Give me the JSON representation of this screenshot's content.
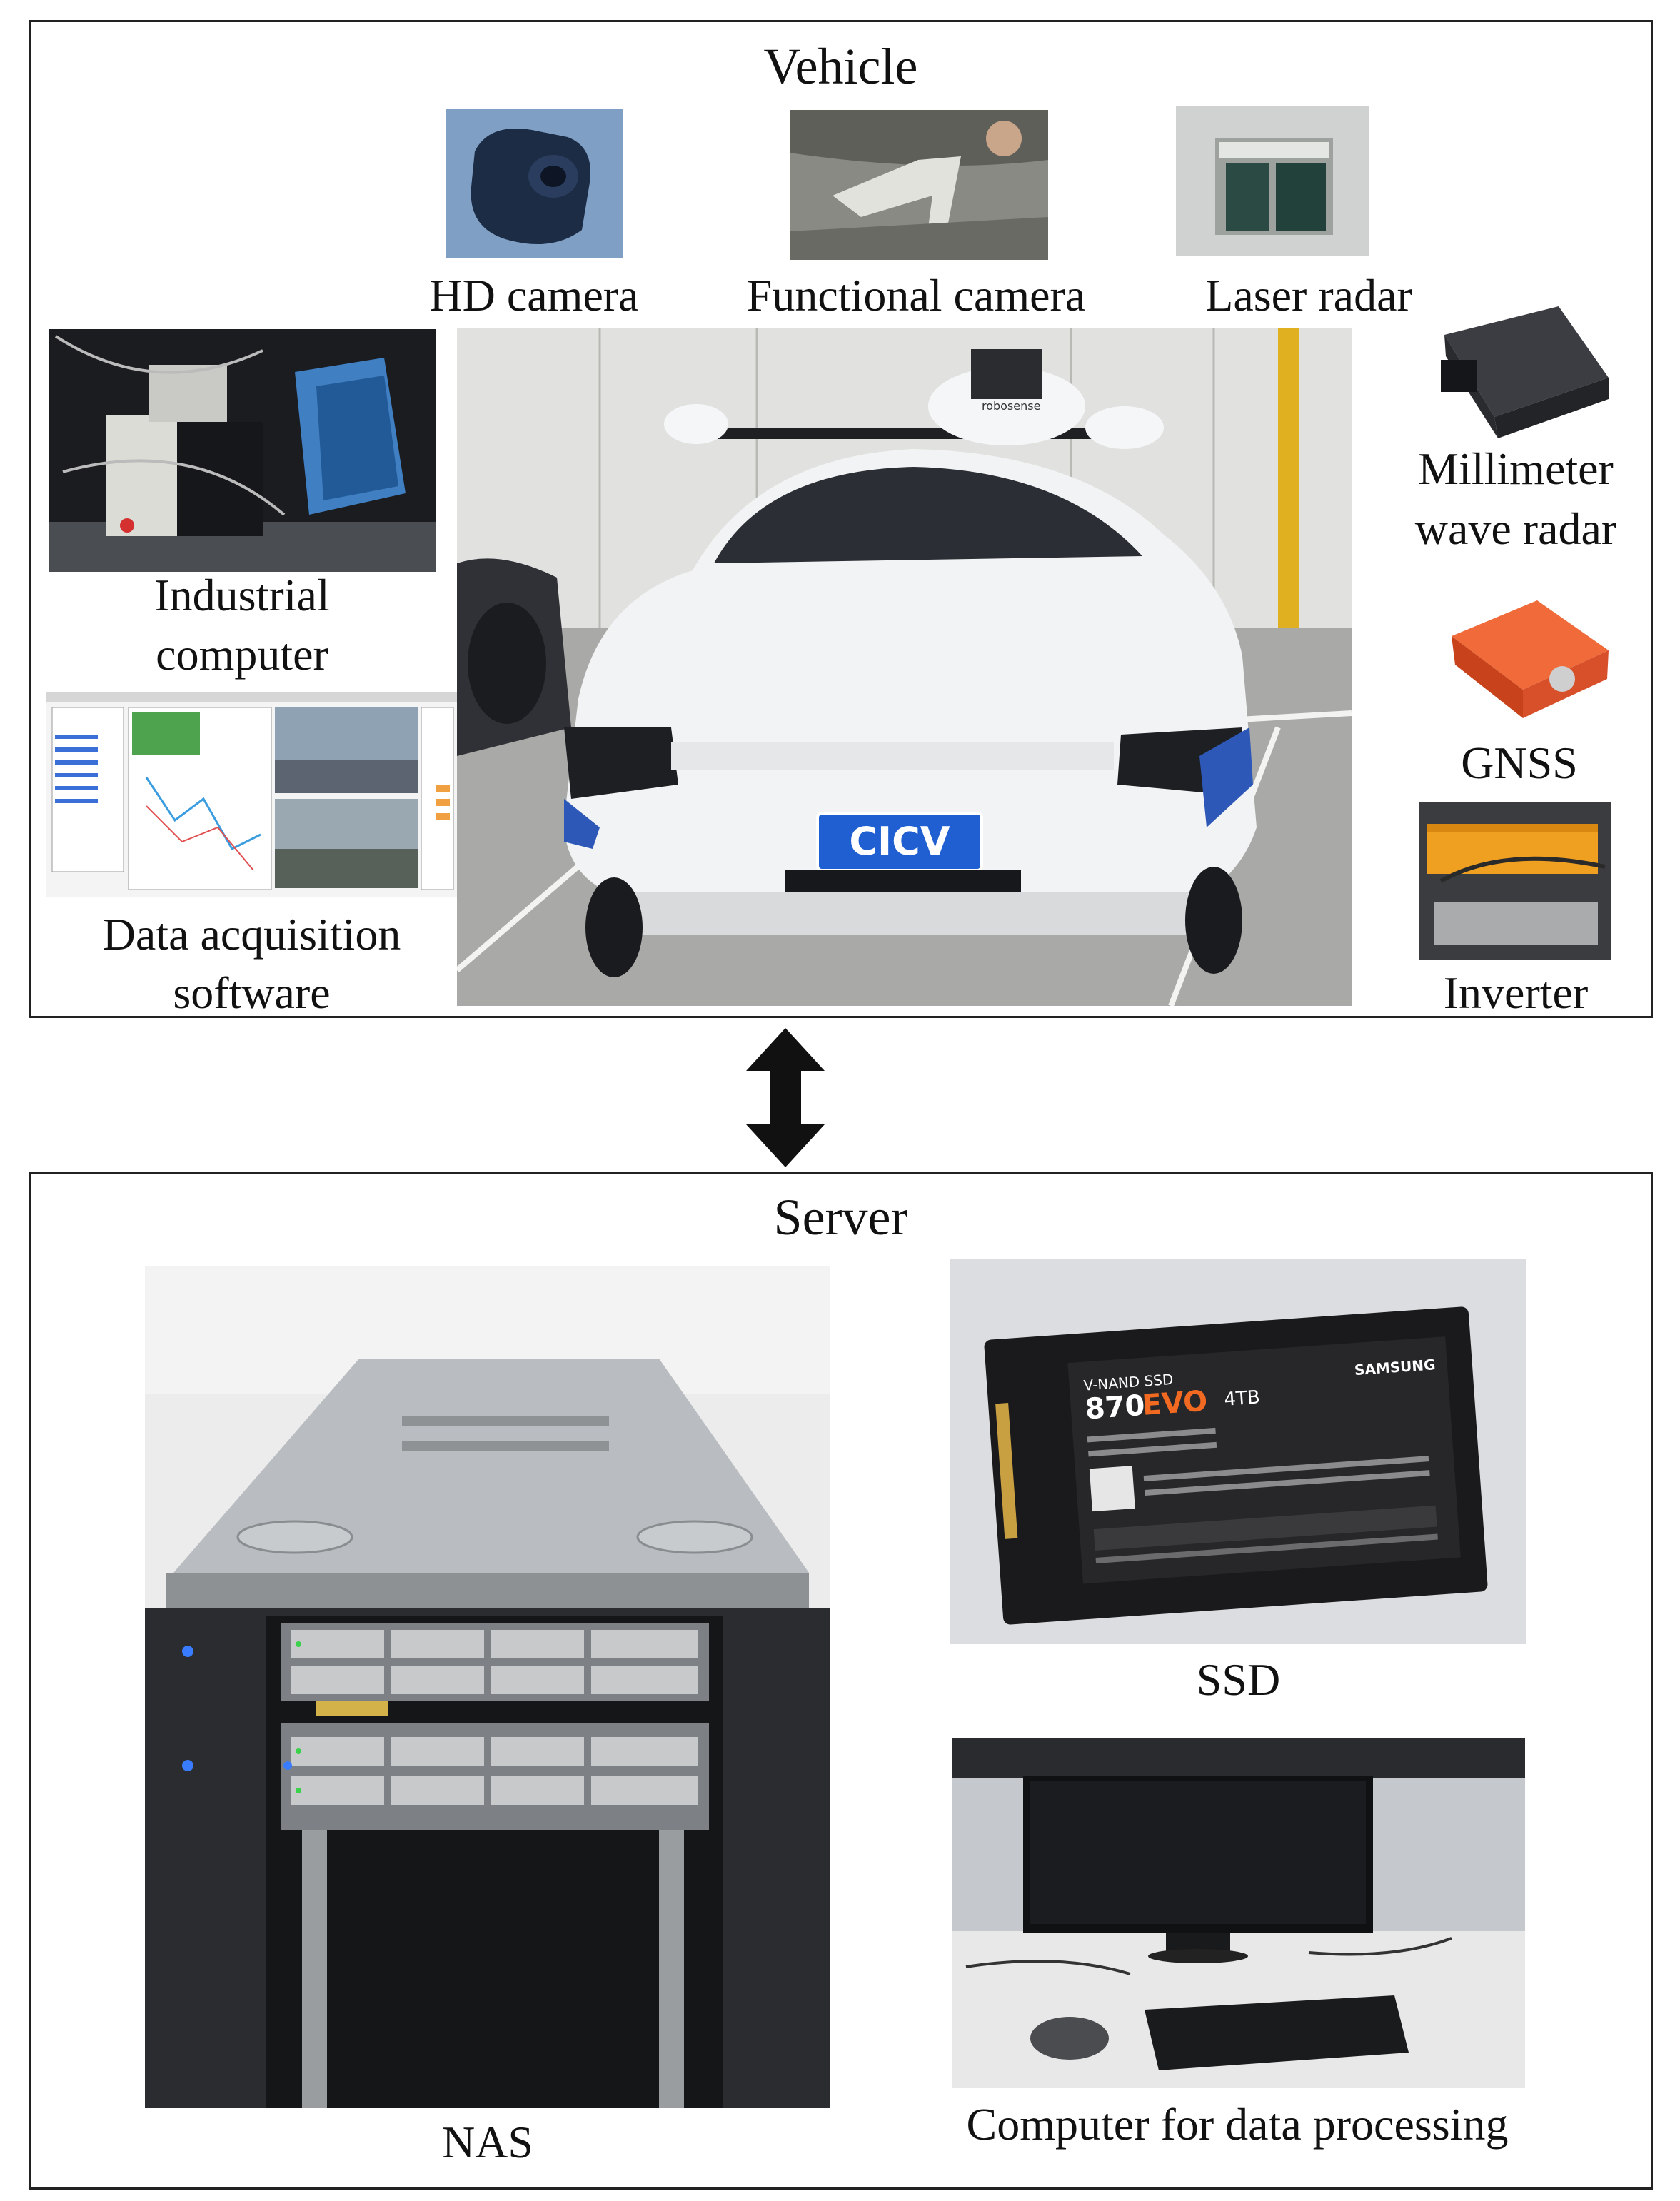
{
  "vehicle": {
    "title": "Vehicle",
    "sensors": {
      "hd_camera": "HD camera",
      "functional_camera": "Functional camera",
      "laser_radar": "Laser radar",
      "millimeter_wave_radar_line1": "Millimeter",
      "millimeter_wave_radar_line2": "wave radar",
      "gnss": "GNSS",
      "inverter": "Inverter"
    },
    "industrial_computer_line1": "Industrial",
    "industrial_computer_line2": "computer",
    "software_line1": "Data acquisition",
    "software_line2": "software",
    "plate_text": "CICV",
    "lidar_brand": "robosense"
  },
  "server": {
    "title": "Server",
    "nas": "NAS",
    "ssd": "SSD",
    "computer": "Computer for data processing",
    "ssd_brand": "SAMSUNG",
    "ssd_series": "V-NAND SSD",
    "ssd_model": "870",
    "ssd_model_suffix": "EVO",
    "ssd_capacity": "4TB"
  },
  "colors": {
    "frame": "#222222",
    "arrow": "#111111",
    "plate_blue": "#1f5fd1",
    "gnss_orange": "#e8532a",
    "inverter_orange": "#f0a020",
    "ssd_orange": "#f26a21"
  }
}
